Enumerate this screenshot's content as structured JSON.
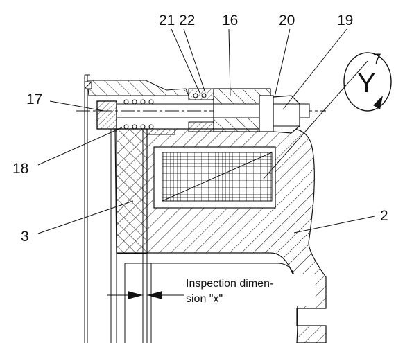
{
  "callouts": {
    "c21": "21",
    "c22": "22",
    "c16": "16",
    "c20": "20",
    "c19": "19",
    "c17": "17",
    "c18": "18",
    "c7": "7",
    "c3": "3",
    "c2": "2"
  },
  "view_marker": "Y",
  "inspection_note": {
    "line1": "Inspection dimen-",
    "line2": "sion \"x\""
  }
}
